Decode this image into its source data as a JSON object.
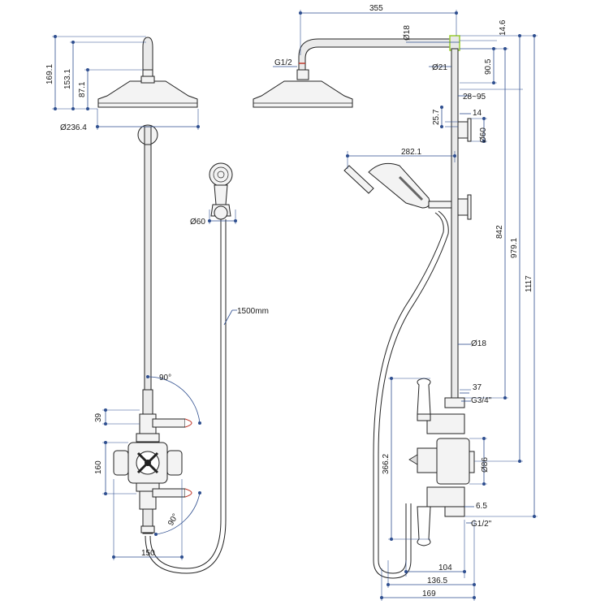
{
  "colors": {
    "dimension": "#2e4e8f",
    "outline": "#222222",
    "accent_red": "#c0392b",
    "accent_green": "#9acd32"
  },
  "labels": {
    "front": {
      "d169_1": "169.1",
      "d153_1": "153.1",
      "d87_1": "87.1",
      "d236_4": "Ø236.4",
      "d60_handset": "Ø60",
      "hose": "1500mm",
      "angle_top": "90°",
      "angle_bottom": "90°",
      "d39": "39",
      "d160": "160",
      "d150": "150"
    },
    "side": {
      "d355": "355",
      "d18_arm": "Ø18",
      "d14_6": "14.6",
      "g12_top": "G1/2",
      "d21": "Ø21",
      "d90_5": "90.5",
      "d28_95": "28~95",
      "d25_7": "25.7",
      "d14": "14",
      "d60_bracket": "Ø60",
      "d282_1": "282.1",
      "d842": "842",
      "d979_1": "979.1",
      "d1117": "1117",
      "d18_rail": "Ø18",
      "d37": "37",
      "g34": "G3/4\"",
      "d366_2": "366.2",
      "d86": "Ø86",
      "d6_5": "6.5",
      "g12_bottom": "G1/2\"",
      "d104": "104",
      "d136_5": "136.5",
      "d169": "169"
    }
  }
}
